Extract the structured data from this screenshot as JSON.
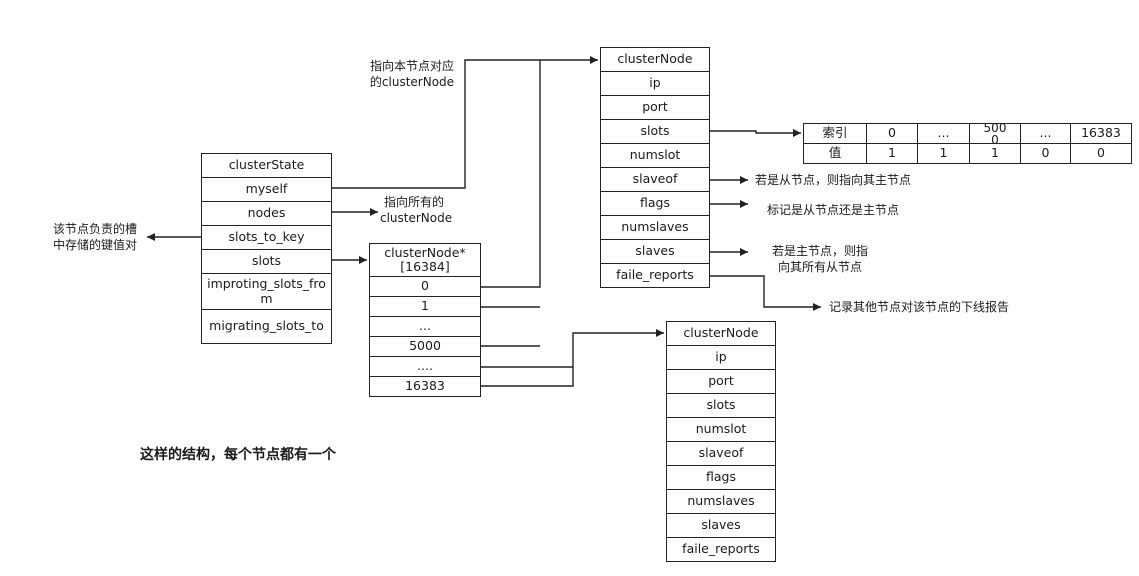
{
  "clusterState": {
    "fields": [
      "clusterState",
      "myself",
      "nodes",
      "slots_to_key",
      "slots",
      "improting_slots_from",
      "migrating_slots_to"
    ]
  },
  "slotsArray": {
    "header": [
      "clusterNode*",
      "[16384]"
    ],
    "items": [
      "0",
      "1",
      "...",
      "5000",
      "....",
      "16383"
    ]
  },
  "clusterNodeTop": {
    "fields": [
      "clusterNode",
      "ip",
      "port",
      "slots",
      "numslot",
      "slaveof",
      "flags",
      "numslaves",
      "slaves",
      "faile_reports"
    ]
  },
  "clusterNodeBottom": {
    "fields": [
      "clusterNode",
      "ip",
      "port",
      "slots",
      "numslot",
      "slaveof",
      "flags",
      "numslaves",
      "slaves",
      "faile_reports"
    ]
  },
  "slotsTable": {
    "header": [
      "索引",
      "0",
      "...",
      "5000",
      "...",
      "16383"
    ],
    "values": [
      "值",
      "1",
      "1",
      "1",
      "0",
      "0"
    ]
  },
  "annotations": {
    "myself": [
      "指向本节点对应",
      "的clusterNode"
    ],
    "nodes": [
      "指向所有的",
      "clusterNode"
    ],
    "slotsToKey": [
      "该节点负责的槽",
      "中存储的键值对"
    ],
    "slaveof": "若是从节点，则指向其主节点",
    "flags": "标记是从节点还是主节点",
    "slaves": [
      "若是主节点，则指",
      "向其所有从节点"
    ],
    "failReports": "记录其他节点对该节点的下线报告"
  },
  "footer": "这样的结构，每个节点都有一个"
}
